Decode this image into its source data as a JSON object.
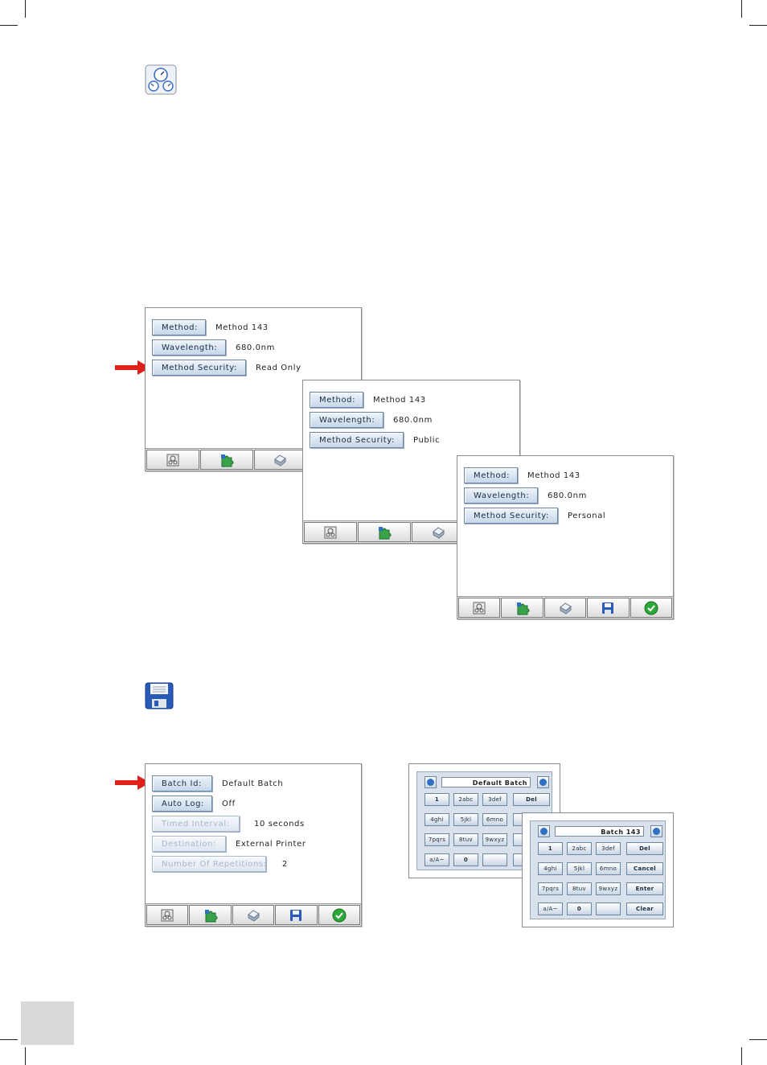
{
  "screens": {
    "s1": {
      "rows": [
        {
          "label": "Method:",
          "value": "Method 143"
        },
        {
          "label": "Wavelength:",
          "value": "680.0nm"
        },
        {
          "label": "Method Security:",
          "value": "Read Only"
        }
      ]
    },
    "s2": {
      "rows": [
        {
          "label": "Method:",
          "value": "Method 143"
        },
        {
          "label": "Wavelength:",
          "value": "680.0nm"
        },
        {
          "label": "Method Security:",
          "value": "Public"
        }
      ]
    },
    "s3": {
      "rows": [
        {
          "label": "Method:",
          "value": "Method 143"
        },
        {
          "label": "Wavelength:",
          "value": "680.0nm"
        },
        {
          "label": "Method Security:",
          "value": "Personal"
        }
      ]
    },
    "s4": {
      "rows": [
        {
          "label": "Batch Id:",
          "value": "Default Batch"
        },
        {
          "label": "Auto Log:",
          "value": "Off"
        },
        {
          "label": "Timed Interval:",
          "value": "10 seconds"
        },
        {
          "label": "Destination:",
          "value": "External Printer"
        },
        {
          "label": "Number Of Repetitions:",
          "value": "2"
        }
      ]
    }
  },
  "keypads": {
    "k1": {
      "display": "Default Batch",
      "keys": [
        "1",
        "2abc",
        "3def",
        "Del",
        "4ghi",
        "5jkl",
        "6mno",
        "7pqrs",
        "8tuv",
        "9wxyz",
        "a/A~",
        "0"
      ]
    },
    "k2": {
      "display": "Batch 143",
      "keys": [
        "1",
        "2abc",
        "3def",
        "Del",
        "4ghi",
        "5jkl",
        "6mno",
        "Cancel",
        "7pqrs",
        "8tuv",
        "9wxyz",
        "Enter",
        "a/A~",
        "0",
        "",
        "Clear"
      ]
    }
  },
  "icons": {
    "settings": "gauges-icon",
    "save": "floppy-disk-icon",
    "toolbar": [
      "setup-icon",
      "puzzle-icon",
      "printer-icon",
      "save-icon",
      "check-icon"
    ]
  },
  "colors": {
    "arrow": "#e0211b",
    "label_face": "#c6d7ea",
    "check_green": "#2da838",
    "disk_blue": "#2a5ab8"
  }
}
